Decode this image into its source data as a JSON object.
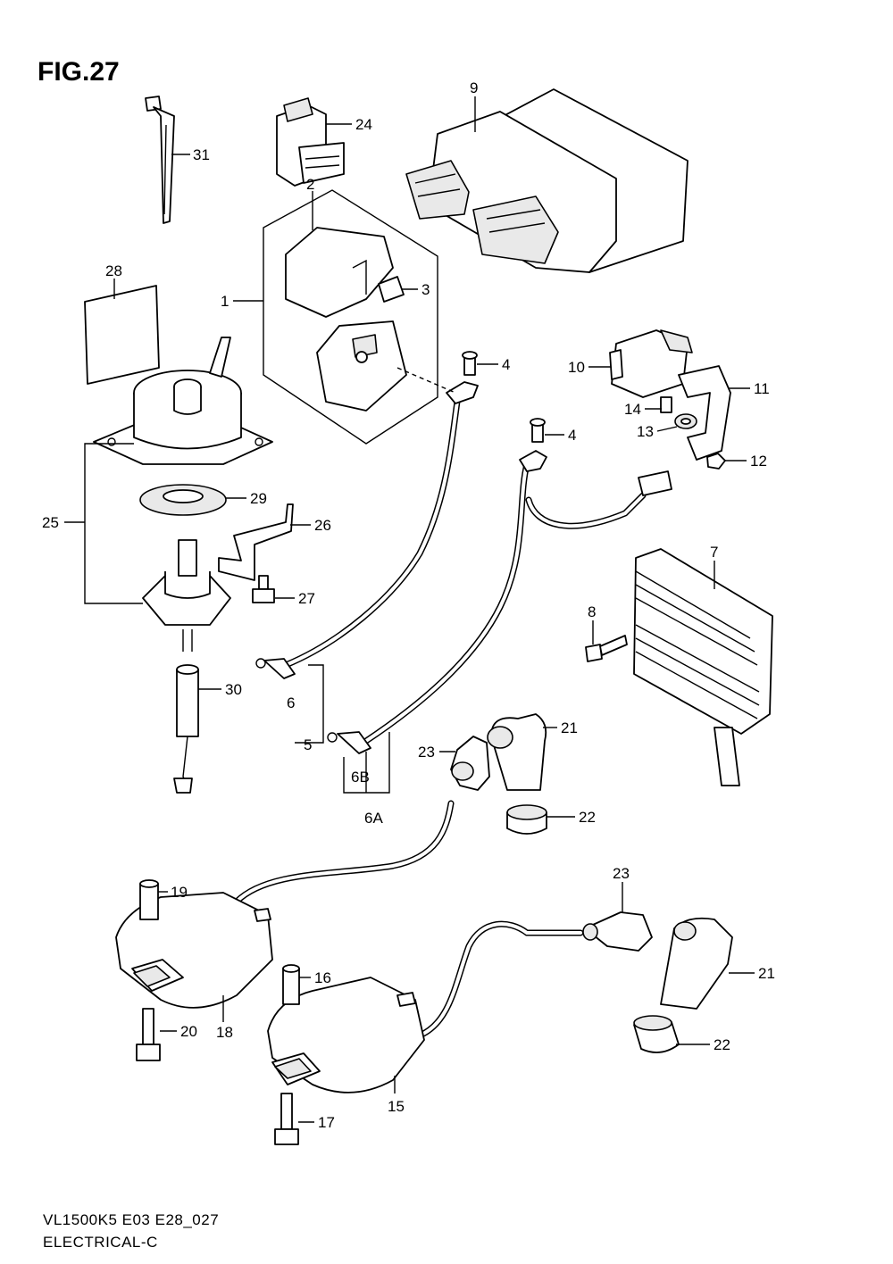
{
  "figure_title": "FIG.27",
  "footer": {
    "model_code": "VL1500K5 E03 E28_027",
    "section": "ELECTRICAL-C"
  },
  "callouts": {
    "c1": "1",
    "c2": "2",
    "c3": "3",
    "c4a": "4",
    "c4b": "4",
    "c5": "5",
    "c6": "6",
    "c6a": "6A",
    "c6b": "6B",
    "c7": "7",
    "c8": "8",
    "c9": "9",
    "c10": "10",
    "c11": "11",
    "c12": "12",
    "c13": "13",
    "c14": "14",
    "c15": "15",
    "c16": "16",
    "c17": "17",
    "c18": "18",
    "c19": "19",
    "c20": "20",
    "c21a": "21",
    "c21b": "21",
    "c22a": "22",
    "c22b": "22",
    "c23a": "23",
    "c23b": "23",
    "c24": "24",
    "c25": "25",
    "c26": "26",
    "c27": "27",
    "c28": "28",
    "c29": "29",
    "c30": "30",
    "c31": "31"
  }
}
